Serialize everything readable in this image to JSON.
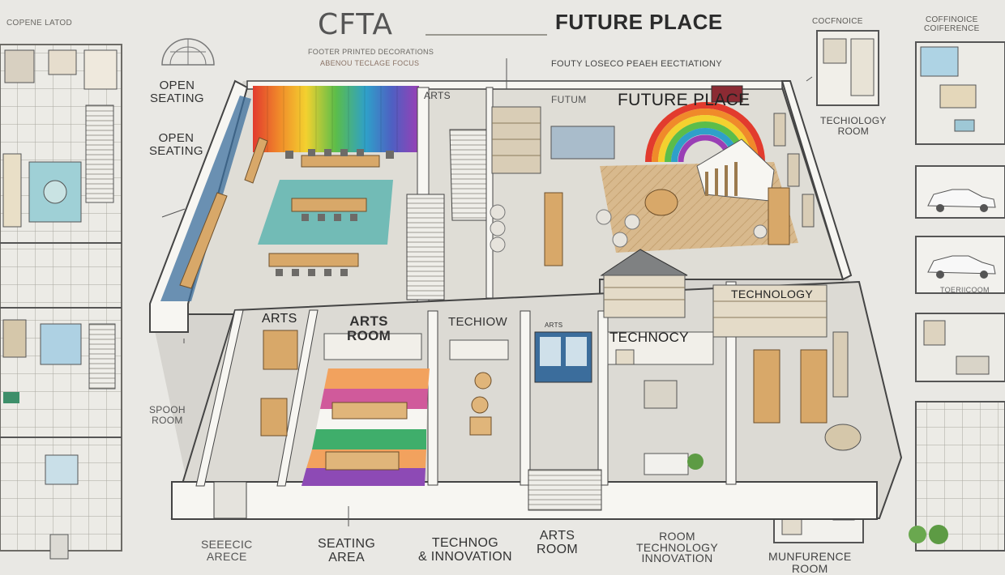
{
  "header": {
    "title_left": "CFTA",
    "title_right": "FUTURE PLACE",
    "subtitle_line_1": "FOOTER PRINTED  DECORATIONS",
    "subtitle_line_2": "FOUTY LOSECO  PEAEH EECTIATIONY",
    "subtitle_line_3": "ABENOU TECLAGE FOCUS"
  },
  "margin_labels": {
    "top_left": "COPENE LATOD",
    "top_right_a": "COCFNOICE",
    "top_right_b": "COFFINOICE\nCOIFERENCE"
  },
  "left_labels": {
    "open_seating_1": "OPEN\nSEATING",
    "open_seating_2": "OPEN\nSEATING",
    "sport_room": "SPOOH\nROOM"
  },
  "right_labels": {
    "techology_room": "TECHIOLOGY\nROOM",
    "mini_label": "TOERIICOOM"
  },
  "plan_labels": {
    "arts_top": "ARTS",
    "future_small": "FUTUM",
    "future_place": "FUTURE\nPLACE",
    "arts_left": "ARTS",
    "arts_room": "ARTS\nROOM",
    "technow": "TECHIOW",
    "technoicy_top": "TECHNOLOGY",
    "technoicy": "TECHNOCY",
    "door_sign": "ARTS"
  },
  "bottom_labels": {
    "service_area": "SEEECIC\nARECE",
    "seating_area": "SEATING\nAREA",
    "techno_innovation": "TECHNOG\n& INNOVATION",
    "arts_room": "ARTS\nROOM",
    "room_tech": "ROOM\nTECHNOLOGY\nINNOVATION",
    "conference_room": "MUNFURENCE\nROOM"
  },
  "colors": {
    "background": "#e9e8e4",
    "wall": "#f7f6f2",
    "floor": "#d9d7d1",
    "wood": "#d8a869",
    "rug_teal": "#5fb5b0",
    "accent_blue": "#3b6d9c"
  }
}
